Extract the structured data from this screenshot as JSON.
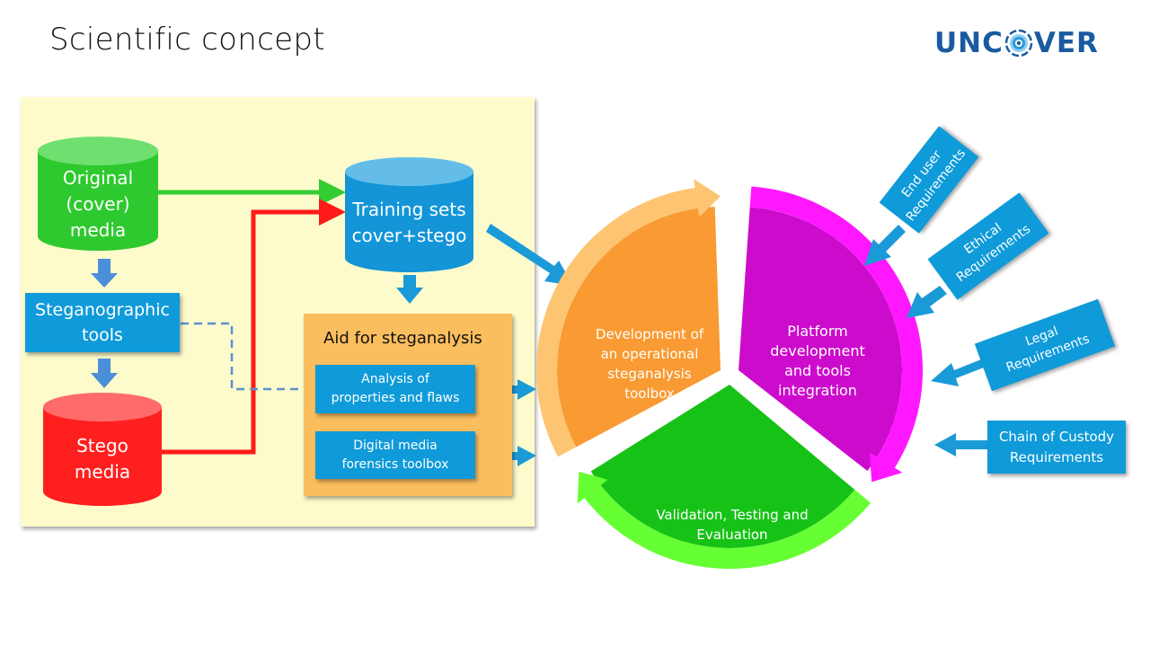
{
  "slide": {
    "title": "Scientific concept",
    "logo": {
      "prefix": "UNC",
      "suffix": "VER",
      "icon": "eye-lens-icon"
    }
  },
  "left_panel": {
    "original_media": {
      "lines": [
        "Original",
        "(cover)",
        "media"
      ],
      "color": "#33cc33"
    },
    "steganographic_tools": {
      "lines": [
        "Steganographic",
        "tools"
      ]
    },
    "stego_media": {
      "lines": [
        "Stego",
        "media"
      ],
      "color": "#ff2a2a"
    },
    "training_sets": {
      "lines": [
        "Training sets",
        "cover+stego"
      ],
      "color": "#1395d8"
    },
    "aid": {
      "title": "Aid for steganalysis",
      "items": [
        {
          "lines": [
            "Analysis of",
            "properties and flaws"
          ]
        },
        {
          "lines": [
            "Digital media",
            "forensics toolbox"
          ]
        }
      ]
    }
  },
  "cycle": {
    "segments": [
      {
        "lines": [
          "Development of",
          "an operational",
          "steganalysis",
          "toolbox"
        ],
        "color": "#f99a32",
        "ring_color": "#fdc572"
      },
      {
        "lines": [
          "Platform",
          "development",
          "and tools",
          "integration"
        ],
        "color": "#cc0bcc",
        "ring_color": "#ff17ff"
      },
      {
        "lines": [
          "Validation, Testing and",
          "Evaluation"
        ],
        "color": "#17c217",
        "ring_color": "#66ff33"
      }
    ]
  },
  "requirements": [
    {
      "lines": [
        "End user",
        "Requirements"
      ]
    },
    {
      "lines": [
        "Ethical",
        "Requirements"
      ]
    },
    {
      "lines": [
        "Legal",
        "Requirements"
      ]
    },
    {
      "lines": [
        "Chain of Custody",
        "Requirements"
      ]
    }
  ],
  "colors": {
    "panel_bg": "#fdfbcb",
    "box_blue": "#0f9ad9",
    "arrow_blue": "#1b9ad8",
    "aid_orange": "#fbbe5e",
    "logo_blue": "#1a5aa0"
  }
}
